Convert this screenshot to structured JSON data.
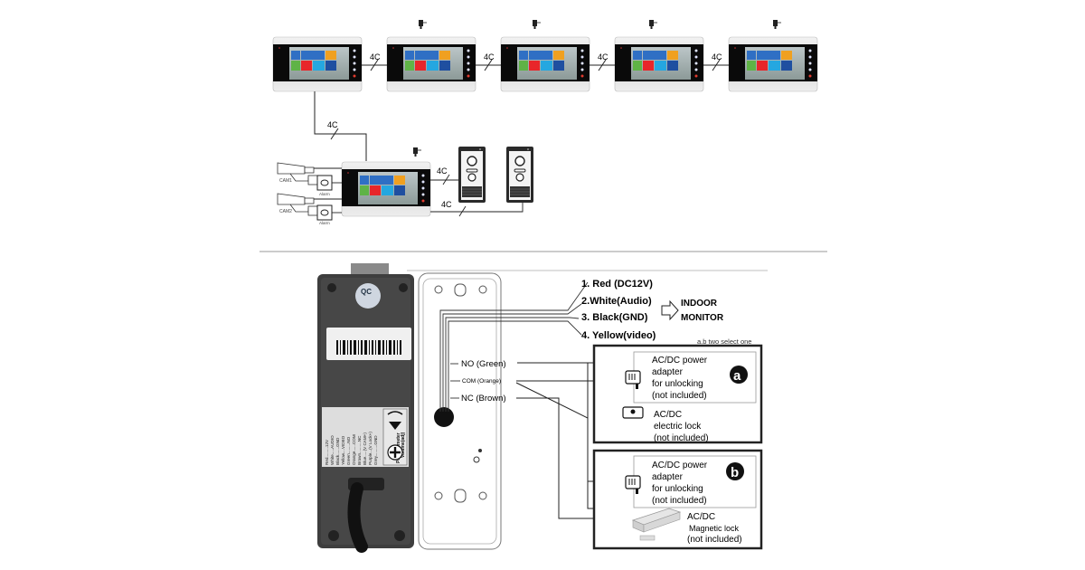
{
  "top_diagram": {
    "cable_label": "4C",
    "monitors_row_count": 5,
    "camera_labels": [
      "CAM1",
      "CAM2"
    ],
    "alarm_label": "Alarm",
    "door_stations_count": 2
  },
  "wiring": {
    "wires": [
      {
        "num": "1.",
        "label": "Red (DC12V)"
      },
      {
        "num": "2.",
        "label": "White(Audio)"
      },
      {
        "num": "3.",
        "label": "Black(GND)"
      },
      {
        "num": "4.",
        "label": "Yellow(video)"
      }
    ],
    "destination_line1": "INDOOR",
    "destination_line2": "MONITOR",
    "lock_wires": {
      "no": "NO (Green)",
      "com": "COM (Orange)",
      "nc": "NC (Brown)"
    },
    "option_note": "a.b two select one",
    "option_a": {
      "badge": "a",
      "adapter_lines": [
        "AC/DC power",
        "adapter",
        "for unlocking",
        "(not included)"
      ],
      "lock_lines": [
        "AC/DC",
        "electric lock",
        "(not included)"
      ]
    },
    "option_b": {
      "badge": "b",
      "adapter_lines": [
        "AC/DC power",
        "adapter",
        "for unlocking",
        "(not included)"
      ],
      "lock_lines": [
        "AC/DC",
        "Magnetic lock",
        "(not included)"
      ]
    },
    "back_label": {
      "qc": "QC",
      "wire_legend": [
        "Red.........12V",
        "White.....AUDIO",
        "Black.......GND",
        "Yellow....VIDEO",
        "Green.........NO",
        "Orange......COM",
        "Brown..........NC",
        "Blue.....(V CAM+)",
        "Purple...(V Lock+)",
        "Grey..........GND"
      ],
      "pot_label_1": "Volume(adj)",
      "pot_label_2": "Potentiometer"
    }
  }
}
